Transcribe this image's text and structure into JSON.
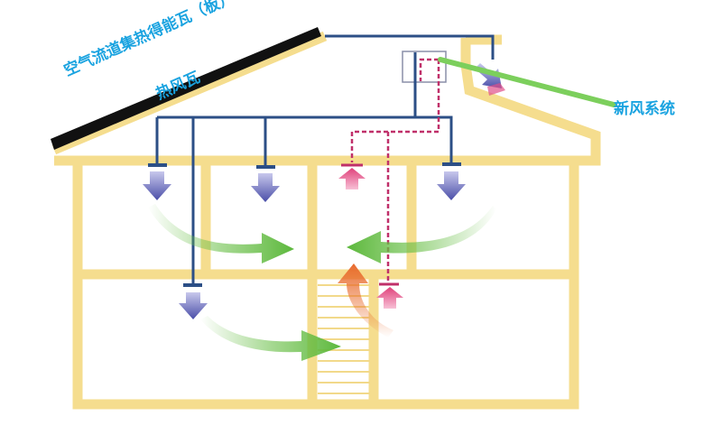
{
  "labels": {
    "roof_tile_line1": "空气流道集热得能瓦（板）",
    "roof_tile_line2": "热风瓦",
    "fresh_air_system": "新风系统"
  },
  "colors": {
    "wall": "#f5dd8e",
    "roof": "#111111",
    "duct": "#2c4f86",
    "supply_arrow": "#5b5fb0",
    "return_duct": "#c0306a",
    "return_arrow": "#e0508a",
    "airflow": "#6cc04a",
    "warm_airflow": "#e86a2c",
    "label": "#1aa3e0",
    "pointer": "#7ccf5c"
  }
}
